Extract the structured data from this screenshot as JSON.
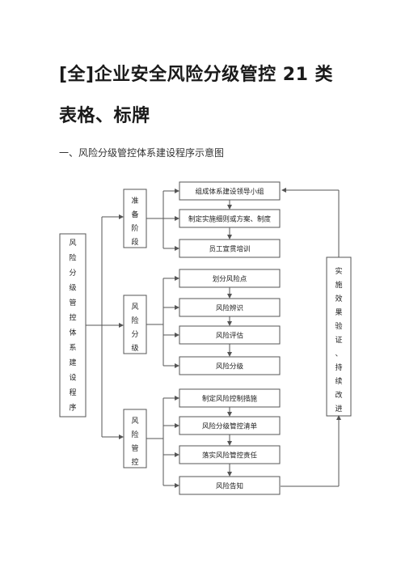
{
  "document": {
    "title_line1": "[全]企业安全风险分级管控 21 类",
    "title_line2": "表格、标牌",
    "section_heading": "一、风险分级管控体系建设程序示意图"
  },
  "diagram": {
    "root": "风险分级管控体系建设程序",
    "stages": [
      {
        "label": "准备阶段",
        "steps": [
          "组成体系建设领导小组",
          "制定实施细则或方案、制度",
          "员工宣贯培训"
        ]
      },
      {
        "label": "风险分级",
        "steps": [
          "划分风险点",
          "风险辨识",
          "风险评估",
          "风险分级"
        ]
      },
      {
        "label": "风险管控",
        "steps": [
          "制定风险控制措施",
          "风险分级管控清单",
          "落实风险管控责任",
          "风险告知"
        ]
      }
    ],
    "feedback": "实施效果验证、持续改进"
  }
}
